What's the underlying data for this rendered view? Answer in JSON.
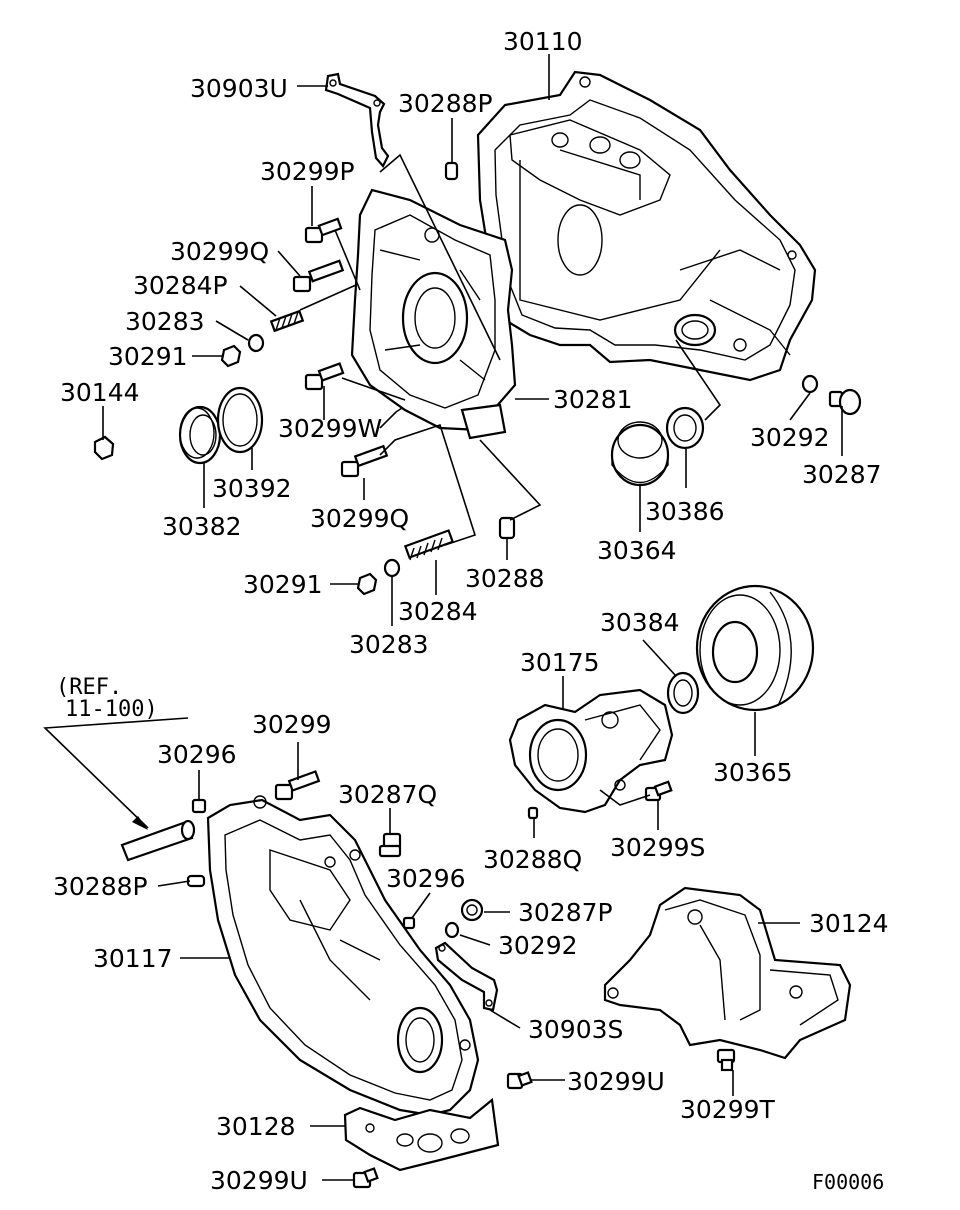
{
  "diagram": {
    "figure_code": "F00006",
    "reference": {
      "line1": "(REF.",
      "line2": "11-100)"
    },
    "labels": {
      "p30110": "30110",
      "p30903U": "30903U",
      "p30288P_a": "30288P",
      "p30299P": "30299P",
      "p30299Q_a": "30299Q",
      "p30284P": "30284P",
      "p30283_a": "30283",
      "p30291_a": "30291",
      "p30144": "30144",
      "p30281": "30281",
      "p30299W": "30299W",
      "p30392": "30392",
      "p30382": "30382",
      "p30299Q_b": "30299Q",
      "p30292_a": "30292",
      "p30287": "30287",
      "p30386": "30386",
      "p30364": "30364",
      "p30288": "30288",
      "p30291_b": "30291",
      "p30284": "30284",
      "p30283_b": "30283",
      "p30384": "30384",
      "p30175": "30175",
      "p30365": "30365",
      "p30299": "30299",
      "p30296_a": "30296",
      "p30287Q": "30287Q",
      "p30288Q": "30288Q",
      "p30299S": "30299S",
      "p30288P_b": "30288P",
      "p30296_b": "30296",
      "p30287P": "30287P",
      "p30292_b": "30292",
      "p30124": "30124",
      "p30117": "30117",
      "p30903S": "30903S",
      "p30299U_a": "30299U",
      "p30299T": "30299T",
      "p30128": "30128",
      "p30299U_b": "30299U"
    }
  }
}
